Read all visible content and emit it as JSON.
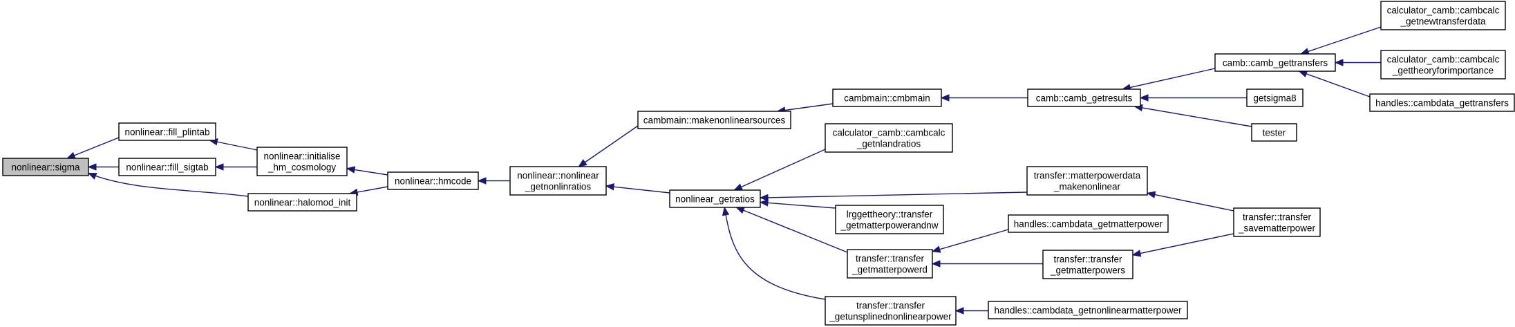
{
  "graph": {
    "title": "",
    "edge_color": "#191970",
    "root_fill": "#bfbfbf",
    "nodes": [
      {
        "id": "sigma",
        "lines": [
          "nonlinear::sigma"
        ],
        "root": true
      },
      {
        "id": "fill_plintab",
        "lines": [
          "nonlinear::fill_plintab"
        ]
      },
      {
        "id": "fill_sigtab",
        "lines": [
          "nonlinear::fill_sigtab"
        ]
      },
      {
        "id": "halomod_init",
        "lines": [
          "nonlinear::halomod_init"
        ]
      },
      {
        "id": "initialise",
        "lines": [
          "nonlinear::initialise",
          "_hm_cosmology"
        ]
      },
      {
        "id": "hmcode",
        "lines": [
          "nonlinear::hmcode"
        ]
      },
      {
        "id": "getnonlinratios",
        "lines": [
          "nonlinear::nonlinear",
          "_getnonlinratios"
        ]
      },
      {
        "id": "makenonlinearsources",
        "lines": [
          "cambmain::makenonlinearsources"
        ]
      },
      {
        "id": "nonlinear_getratios",
        "lines": [
          "nonlinear_getratios"
        ]
      },
      {
        "id": "cmbmain",
        "lines": [
          "cambmain::cmbmain"
        ]
      },
      {
        "id": "camb_getresults",
        "lines": [
          "camb::camb_getresults"
        ]
      },
      {
        "id": "camb_gettransfers",
        "lines": [
          "camb::camb_gettransfers"
        ]
      },
      {
        "id": "getnewtransferdata",
        "lines": [
          "calculator_camb::cambcalc",
          "_getnewtransferdata"
        ]
      },
      {
        "id": "gettheoryforimportance",
        "lines": [
          "calculator_camb::cambcalc",
          "_gettheoryforimportance"
        ]
      },
      {
        "id": "cambdata_gettransfers",
        "lines": [
          "handles::cambdata_gettransfers"
        ]
      },
      {
        "id": "getsigma8",
        "lines": [
          "getsigma8"
        ]
      },
      {
        "id": "tester",
        "lines": [
          "tester"
        ]
      },
      {
        "id": "getnlandratios",
        "lines": [
          "calculator_camb::cambcalc",
          "_getnlandratios"
        ]
      },
      {
        "id": "makenonlinear",
        "lines": [
          "transfer::matterpowerdata",
          "_makenonlinear"
        ]
      },
      {
        "id": "getmatterpowerandnw",
        "lines": [
          "lrggettheory::transfer",
          "_getmatterpowerandnw"
        ]
      },
      {
        "id": "getmatterpowerd",
        "lines": [
          "transfer::transfer",
          "_getmatterpowerd"
        ]
      },
      {
        "id": "cambdata_getmatterpower",
        "lines": [
          "handles::cambdata_getmatterpower"
        ]
      },
      {
        "id": "getmatterpowers",
        "lines": [
          "transfer::transfer",
          "_getmatterpowers"
        ]
      },
      {
        "id": "savematterpower",
        "lines": [
          "transfer::transfer",
          "_savematterpower"
        ]
      },
      {
        "id": "getunsplinednonlinearpower",
        "lines": [
          "transfer::transfer",
          "_getunsplinednonlinearpower"
        ]
      },
      {
        "id": "cambdata_getnonlinearmatterpower",
        "lines": [
          "handles::cambdata_getnonlinearmatterpower"
        ]
      }
    ],
    "edges": [
      {
        "from": "fill_plintab",
        "to": "sigma"
      },
      {
        "from": "fill_sigtab",
        "to": "sigma"
      },
      {
        "from": "halomod_init",
        "to": "sigma"
      },
      {
        "from": "initialise",
        "to": "fill_plintab"
      },
      {
        "from": "initialise",
        "to": "fill_sigtab"
      },
      {
        "from": "hmcode",
        "to": "initialise"
      },
      {
        "from": "hmcode",
        "to": "halomod_init"
      },
      {
        "from": "getnonlinratios",
        "to": "hmcode"
      },
      {
        "from": "makenonlinearsources",
        "to": "getnonlinratios"
      },
      {
        "from": "nonlinear_getratios",
        "to": "getnonlinratios"
      },
      {
        "from": "cmbmain",
        "to": "makenonlinearsources"
      },
      {
        "from": "camb_getresults",
        "to": "cmbmain"
      },
      {
        "from": "camb_gettransfers",
        "to": "camb_getresults"
      },
      {
        "from": "getsigma8",
        "to": "camb_getresults"
      },
      {
        "from": "tester",
        "to": "camb_getresults"
      },
      {
        "from": "getnewtransferdata",
        "to": "camb_gettransfers"
      },
      {
        "from": "gettheoryforimportance",
        "to": "camb_gettransfers"
      },
      {
        "from": "cambdata_gettransfers",
        "to": "camb_gettransfers"
      },
      {
        "from": "getnlandratios",
        "to": "nonlinear_getratios"
      },
      {
        "from": "makenonlinear",
        "to": "nonlinear_getratios"
      },
      {
        "from": "getmatterpowerandnw",
        "to": "nonlinear_getratios"
      },
      {
        "from": "getmatterpowerd",
        "to": "nonlinear_getratios"
      },
      {
        "from": "getunsplinednonlinearpower",
        "to": "nonlinear_getratios"
      },
      {
        "from": "savematterpower",
        "to": "makenonlinear"
      },
      {
        "from": "cambdata_getmatterpower",
        "to": "getmatterpowerd"
      },
      {
        "from": "getmatterpowers",
        "to": "getmatterpowerd"
      },
      {
        "from": "savematterpower",
        "to": "getmatterpowers"
      },
      {
        "from": "cambdata_getnonlinearmatterpower",
        "to": "getunsplinednonlinearpower"
      }
    ]
  }
}
